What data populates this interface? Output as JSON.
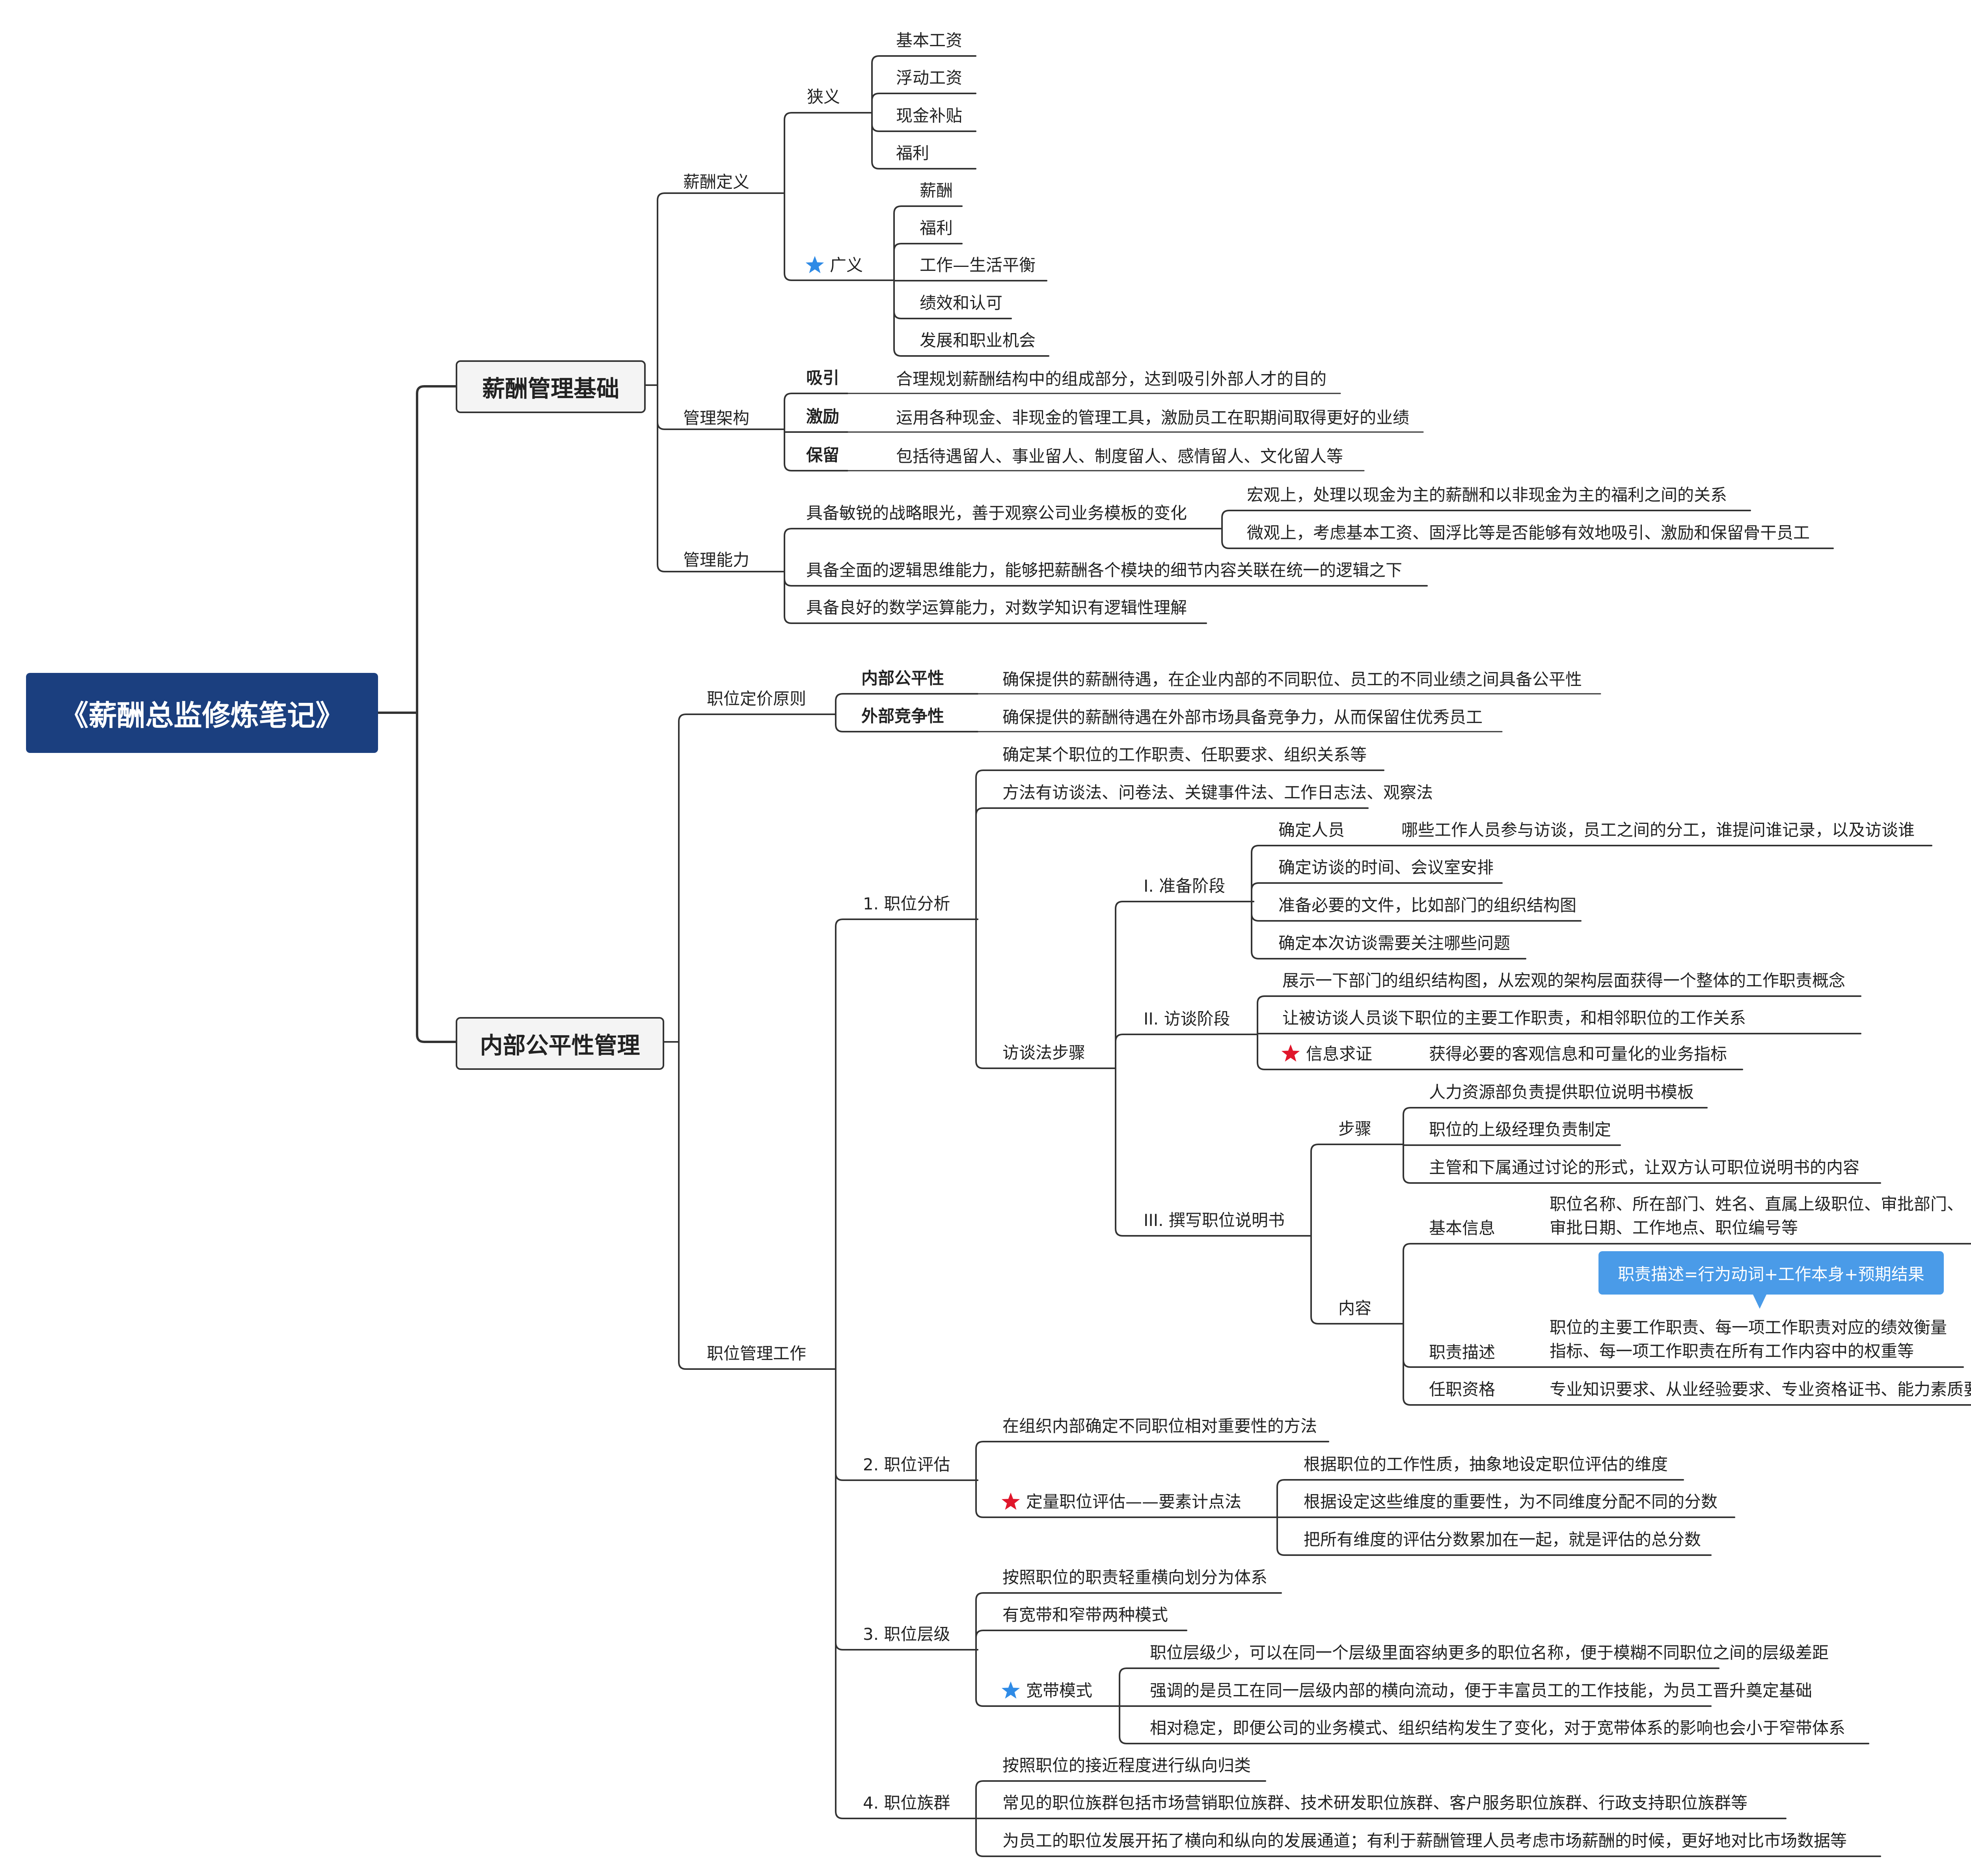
{
  "title": "《薪酬总监修炼笔记》",
  "branches": {
    "foundation": {
      "label": "薪酬管理基础",
      "definition": {
        "label": "薪酬定义",
        "narrow": {
          "label": "狭义",
          "items": [
            "基本工资",
            "浮动工资",
            "现金补贴",
            "福利"
          ]
        },
        "broad": {
          "label": "广义",
          "items": [
            "薪酬",
            "福利",
            "工作—生活平衡",
            "绩效和认可",
            "发展和职业机会"
          ]
        }
      },
      "framework": {
        "label": "管理架构",
        "items": [
          {
            "key": "吸引",
            "desc": "合理规划薪酬结构中的组成部分，达到吸引外部人才的目的"
          },
          {
            "key": "激励",
            "desc": "运用各种现金、非现金的管理工具，激励员工在职期间取得更好的业绩"
          },
          {
            "key": "保留",
            "desc": "包括待遇留人、事业留人、制度留人、感情留人、文化留人等"
          }
        ]
      },
      "ability": {
        "label": "管理能力",
        "strategic": "具备敏锐的战略眼光，善于观察公司业务模板的变化",
        "macro": "宏观上，处理以现金为主的薪酬和以非现金为主的福利之间的关系",
        "micro": "微观上，考虑基本工资、固浮比等是否能够有效地吸引、激励和保留骨干员工",
        "logic": "具备全面的逻辑思维能力，能够把薪酬各个模块的细节内容关联在统一的逻辑之下",
        "math": "具备良好的数学运算能力，对数学知识有逻辑性理解"
      }
    },
    "equity": {
      "label": "内部公平性管理",
      "pricing": {
        "label": "职位定价原则",
        "internal": {
          "key": "内部公平性",
          "desc": "确保提供的薪酬待遇，在企业内部的不同职位、员工的不同业绩之间具备公平性"
        },
        "external": {
          "key": "外部竞争性",
          "desc": "确保提供的薪酬待遇在外部市场具备竞争力，从而保留住优秀员工"
        }
      },
      "work": {
        "label": "职位管理工作",
        "analysis": {
          "label": "1. 职位分析",
          "def": "确定某个职位的工作职责、任职要求、组织关系等",
          "methods": "方法有访谈法、问卷法、关键事件法、工作日志法、观察法",
          "steps_label": "访谈法步骤",
          "prep": {
            "label": "I. 准备阶段",
            "people": "确定人员",
            "people_desc": "哪些工作人员参与访谈，员工之间的分工，谁提问谁记录，以及访谈谁",
            "time": "确定访谈的时间、会议室安排",
            "docs": "准备必要的文件，比如部门的组织结构图",
            "focus": "确定本次访谈需要关注哪些问题"
          },
          "interview": {
            "label": "II. 访谈阶段",
            "org": "展示一下部门的组织结构图，从宏观的架构层面获得一个整体的工作职责概念",
            "talk": "让被访谈人员谈下职位的主要工作职责，和相邻职位的工作关系",
            "verify": "信息求证",
            "verify_desc": "获得必要的客观信息和可量化的业务指标"
          },
          "write": {
            "label": "III. 撰写职位说明书",
            "steps": {
              "label": "步骤",
              "items": [
                "人力资源部负责提供职位说明书模板",
                "职位的上级经理负责制定",
                "主管和下属通过讨论的形式，让双方认可职位说明书的内容"
              ]
            },
            "content": {
              "label": "内容",
              "basic": {
                "label": "基本信息",
                "line1": "职位名称、所在部门、姓名、直属上级职位、审批部门、",
                "line2": "审批日期、工作地点、职位编号等"
              },
              "callout": "职责描述=行为动词+工作本身+预期结果",
              "duty": {
                "label": "职责描述",
                "line1": "职位的主要工作职责、每一项工作职责对应的绩效衡量",
                "line2": "指标、每一项工作职责在所有工作内容中的权重等"
              },
              "qual": {
                "label": "任职资格",
                "desc": "专业知识要求、从业经验要求、专业资格证书、能力素质要求等"
              }
            }
          }
        },
        "evaluation": {
          "label": "2. 职位评估",
          "def": "在组织内部确定不同职位相对重要性的方法",
          "factor": {
            "label": "定量职位评估——要素计点法",
            "items": [
              "根据职位的工作性质，抽象地设定职位评估的维度",
              "根据设定这些维度的重要性，为不同维度分配不同的分数",
              "把所有维度的评估分数累加在一起，就是评估的总分数"
            ]
          }
        },
        "level": {
          "label": "3. 职位层级",
          "def": "按照职位的职责轻重横向划分为体系",
          "modes": "有宽带和窄带两种模式",
          "broadband": {
            "label": "宽带模式",
            "items": [
              "职位层级少，可以在同一个层级里面容纳更多的职位名称，便于模糊不同职位之间的层级差距",
              "强调的是员工在同一层级内部的横向流动，便于丰富员工的工作技能，为员工晋升奠定基础",
              "相对稳定，即便公司的业务模式、组织结构发生了变化，对于宽带体系的影响也会小于窄带体系"
            ]
          }
        },
        "family": {
          "label": "4. 职位族群",
          "items": [
            "按照职位的接近程度进行纵向归类",
            "常见的职位族群包括市场营销职位族群、技术研发职位族群、客户服务职位族群、行政支持职位族群等",
            "为员工的职位发展开拓了横向和纵向的发展通道；有利于薪酬管理人员考虑市场薪酬的时候，更好地对比市场数据等"
          ]
        }
      }
    }
  },
  "icons": {
    "blue_star": "blue-star-icon",
    "red_star": "red-star-icon"
  },
  "colors": {
    "root_bg": "#1b3f7f",
    "line": "#333333",
    "blue_star": "#2f8be6",
    "red_star": "#e0162b",
    "callout": "#4a9be8"
  }
}
